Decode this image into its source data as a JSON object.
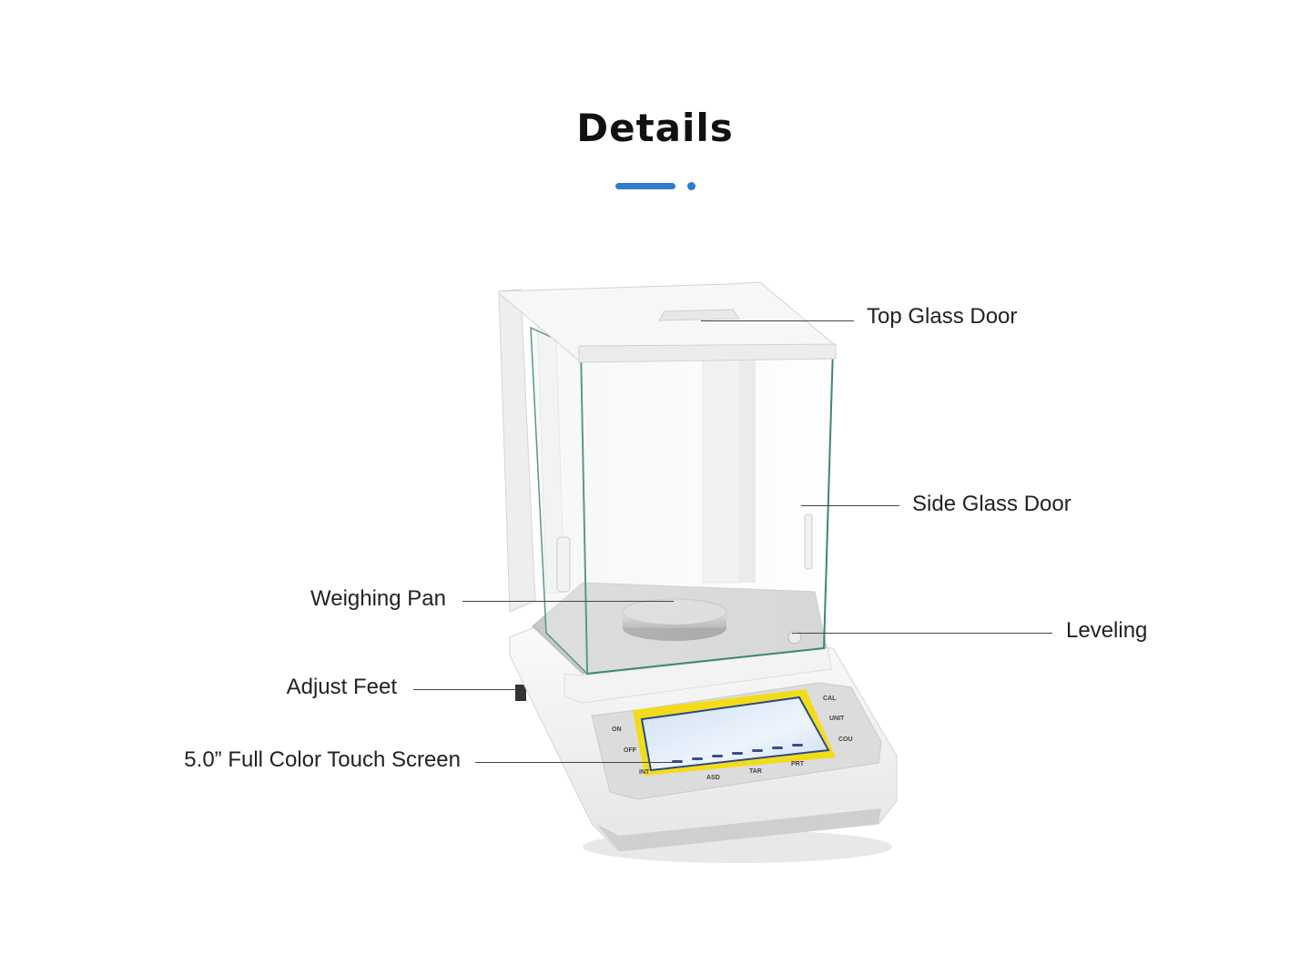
{
  "header": {
    "title": "Details"
  },
  "callouts": {
    "top_glass_door": "Top Glass Door",
    "side_glass_door": "Side Glass Door",
    "leveling": "Leveling",
    "weighing_pan": "Weighing Pan",
    "adjust_feet": "Adjust Feet",
    "touch_screen": "5.0” Full Color Touch Screen"
  },
  "scale_buttons": {
    "on": "ON",
    "off": "OFF",
    "int": "INT",
    "asd": "ASD",
    "tar": "TAR",
    "prt": "PRT",
    "cal": "CAL",
    "unit": "UNIT",
    "cou": "COU"
  },
  "colors": {
    "accent": "#2f7bd0",
    "screen_frame": "#f2dc1a",
    "screen": "#d7e6f7"
  }
}
